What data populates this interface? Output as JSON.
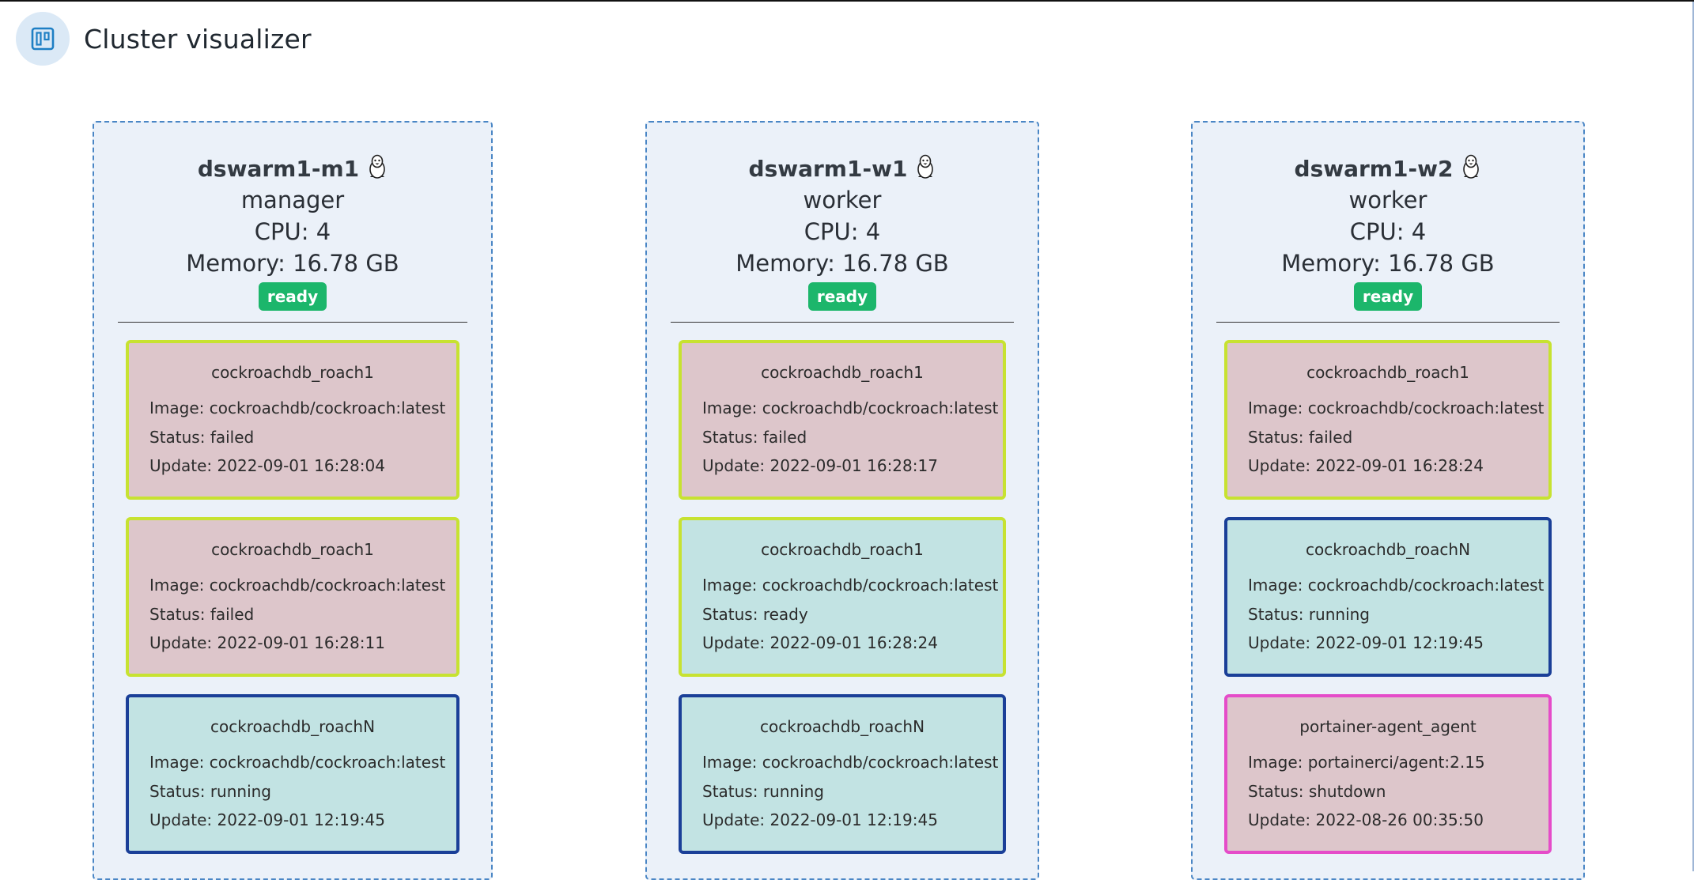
{
  "app": {
    "title": "Cluster visualizer"
  },
  "colors": {
    "accent": "#1e7fc4",
    "ready_badge": "#1cb66b",
    "task_failed_bg": "#ddc6cb",
    "task_ok_bg": "#c2e3e3",
    "border_lime": "#c7e231",
    "border_blue": "#1a3f98",
    "border_pink": "#e54cc9"
  },
  "nodes": [
    {
      "name": "dswarm1-m1",
      "os_icon": "linux-tux-icon",
      "role": "manager",
      "cpu": "CPU: 4",
      "memory": "Memory: 16.78 GB",
      "status": "ready",
      "tasks": [
        {
          "name": "cockroachdb_roach1",
          "image": "Image: cockroachdb/cockroach:latest",
          "status": "Status: failed",
          "update": "Update: 2022-09-01 16:28:04",
          "state": "failed",
          "border": "lime"
        },
        {
          "name": "cockroachdb_roach1",
          "image": "Image: cockroachdb/cockroach:latest",
          "status": "Status: failed",
          "update": "Update: 2022-09-01 16:28:11",
          "state": "failed",
          "border": "lime"
        },
        {
          "name": "cockroachdb_roachN",
          "image": "Image: cockroachdb/cockroach:latest",
          "status": "Status: running",
          "update": "Update: 2022-09-01 12:19:45",
          "state": "ok",
          "border": "blue"
        }
      ]
    },
    {
      "name": "dswarm1-w1",
      "os_icon": "linux-tux-icon",
      "role": "worker",
      "cpu": "CPU: 4",
      "memory": "Memory: 16.78 GB",
      "status": "ready",
      "tasks": [
        {
          "name": "cockroachdb_roach1",
          "image": "Image: cockroachdb/cockroach:latest",
          "status": "Status: failed",
          "update": "Update: 2022-09-01 16:28:17",
          "state": "failed",
          "border": "lime"
        },
        {
          "name": "cockroachdb_roach1",
          "image": "Image: cockroachdb/cockroach:latest",
          "status": "Status: ready",
          "update": "Update: 2022-09-01 16:28:24",
          "state": "ok",
          "border": "lime"
        },
        {
          "name": "cockroachdb_roachN",
          "image": "Image: cockroachdb/cockroach:latest",
          "status": "Status: running",
          "update": "Update: 2022-09-01 12:19:45",
          "state": "ok",
          "border": "blue"
        }
      ]
    },
    {
      "name": "dswarm1-w2",
      "os_icon": "linux-tux-icon",
      "role": "worker",
      "cpu": "CPU: 4",
      "memory": "Memory: 16.78 GB",
      "status": "ready",
      "tasks": [
        {
          "name": "cockroachdb_roach1",
          "image": "Image: cockroachdb/cockroach:latest",
          "status": "Status: failed",
          "update": "Update: 2022-09-01 16:28:24",
          "state": "failed",
          "border": "lime"
        },
        {
          "name": "cockroachdb_roachN",
          "image": "Image: cockroachdb/cockroach:latest",
          "status": "Status: running",
          "update": "Update: 2022-09-01 12:19:45",
          "state": "ok",
          "border": "blue"
        },
        {
          "name": "portainer-agent_agent",
          "image": "Image: portainerci/agent:2.15",
          "status": "Status: shutdown",
          "update": "Update: 2022-08-26 00:35:50",
          "state": "failed",
          "border": "pink"
        }
      ]
    }
  ]
}
